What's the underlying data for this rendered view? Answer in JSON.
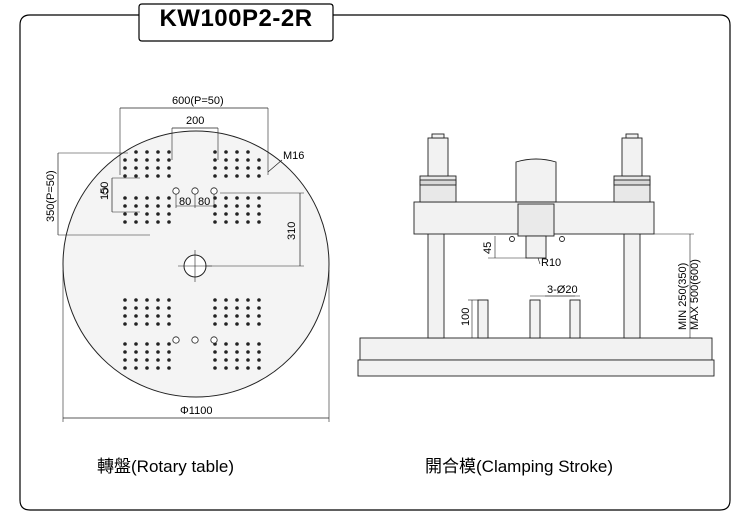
{
  "title": "KW100P2-2R",
  "rotary_table": {
    "caption": "轉盤(Rotary table)",
    "dims": {
      "width_600": "600(P=50)",
      "width_200": "200",
      "height_350": "350(P=50)",
      "height_150": "150",
      "offset_80a": "80",
      "offset_80b": "80",
      "thread": "M16",
      "radius_310": "310",
      "diameter": "Φ1100"
    }
  },
  "clamping": {
    "caption": "開合模(Clamping Stroke)",
    "dims": {
      "d45": "45",
      "r10": "R10",
      "holes": "3-Ø20",
      "d100": "100",
      "stroke_min": "MIN 250(350)",
      "stroke_max": "MAX 500(600)"
    }
  },
  "colors": {
    "frame": "#000000",
    "fill": "#f2f2f2",
    "line": "#333333"
  }
}
